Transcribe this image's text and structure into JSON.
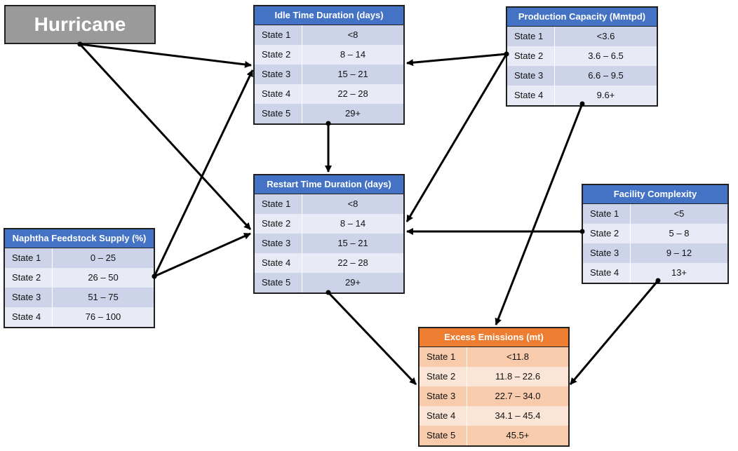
{
  "hurricane": {
    "label": "Hurricane"
  },
  "nodes": [
    {
      "id": "idle",
      "title": "Idle Time Duration (days)",
      "theme": "blue",
      "states": [
        {
          "label": "State 1",
          "value": "<8"
        },
        {
          "label": "State 2",
          "value": "8 – 14"
        },
        {
          "label": "State 3",
          "value": "15 – 21"
        },
        {
          "label": "State 4",
          "value": "22 – 28"
        },
        {
          "label": "State 5",
          "value": "29+"
        }
      ]
    },
    {
      "id": "production",
      "title": "Production Capacity (Mmtpd)",
      "theme": "blue",
      "states": [
        {
          "label": "State 1",
          "value": "<3.6"
        },
        {
          "label": "State 2",
          "value": "3.6 – 6.5"
        },
        {
          "label": "State 3",
          "value": "6.6 – 9.5"
        },
        {
          "label": "State 4",
          "value": "9.6+"
        }
      ]
    },
    {
      "id": "restart",
      "title": "Restart Time Duration (days)",
      "theme": "blue",
      "states": [
        {
          "label": "State 1",
          "value": "<8"
        },
        {
          "label": "State 2",
          "value": "8 – 14"
        },
        {
          "label": "State 3",
          "value": "15 – 21"
        },
        {
          "label": "State 4",
          "value": "22 – 28"
        },
        {
          "label": "State 5",
          "value": "29+"
        }
      ]
    },
    {
      "id": "facility",
      "title": "Facility Complexity",
      "theme": "blue",
      "states": [
        {
          "label": "State 1",
          "value": "<5"
        },
        {
          "label": "State 2",
          "value": "5 – 8"
        },
        {
          "label": "State 3",
          "value": "9 – 12"
        },
        {
          "label": "State 4",
          "value": "13+"
        }
      ]
    },
    {
      "id": "naphtha",
      "title": "Naphtha Feedstock Supply (%)",
      "theme": "blue",
      "states": [
        {
          "label": "State 1",
          "value": "0 – 25"
        },
        {
          "label": "State 2",
          "value": "26 – 50"
        },
        {
          "label": "State 3",
          "value": "51 – 75"
        },
        {
          "label": "State 4",
          "value": "76 – 100"
        }
      ]
    },
    {
      "id": "emissions",
      "title": "Excess Emissions (mt)",
      "theme": "orange",
      "states": [
        {
          "label": "State 1",
          "value": "<11.8"
        },
        {
          "label": "State 2",
          "value": "11.8 – 22.6"
        },
        {
          "label": "State 3",
          "value": "22.7 – 34.0"
        },
        {
          "label": "State 4",
          "value": "34.1 – 45.4"
        },
        {
          "label": "State 5",
          "value": "45.5+"
        }
      ]
    }
  ],
  "edges": [
    {
      "from": "hurricane",
      "to": "idle"
    },
    {
      "from": "hurricane",
      "to": "restart"
    },
    {
      "from": "naphtha",
      "to": "idle"
    },
    {
      "from": "naphtha",
      "to": "restart"
    },
    {
      "from": "production",
      "to": "idle"
    },
    {
      "from": "production",
      "to": "restart"
    },
    {
      "from": "production",
      "to": "emissions"
    },
    {
      "from": "idle",
      "to": "restart"
    },
    {
      "from": "facility",
      "to": "restart"
    },
    {
      "from": "facility",
      "to": "emissions"
    },
    {
      "from": "restart",
      "to": "emissions"
    }
  ],
  "colors": {
    "header_blue": "#4472c4",
    "row_blue_a": "#cdd4ea",
    "row_blue_b": "#e8ebf5",
    "header_orange": "#ed7d31",
    "row_orange_a": "#f8cbad",
    "row_orange_b": "#fbe5d6",
    "hurricane_fill": "#9a9a9a",
    "arrow": "#000000"
  }
}
